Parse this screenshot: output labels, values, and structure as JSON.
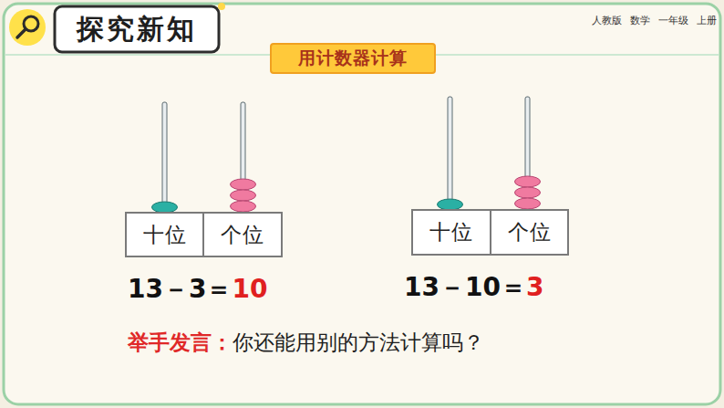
{
  "diagram": {
    "title": "探究新知",
    "nodes": [
      {
        "text": [
          "用计数器计算"
        ]
      },
      {
        "text": [
          "十位"
        ]
      },
      {
        "text": [
          "个位"
        ]
      },
      {
        "text": [
          "十位"
        ]
      },
      {
        "text": [
          "个位"
        ]
      }
    ],
    "labels": [
      "人教版",
      "数学",
      "一年级",
      "上册",
      "13－3＝",
      "10",
      "13－10＝",
      "3",
      "举手发言：",
      "你还能用别的方法计算吗？"
    ]
  }
}
